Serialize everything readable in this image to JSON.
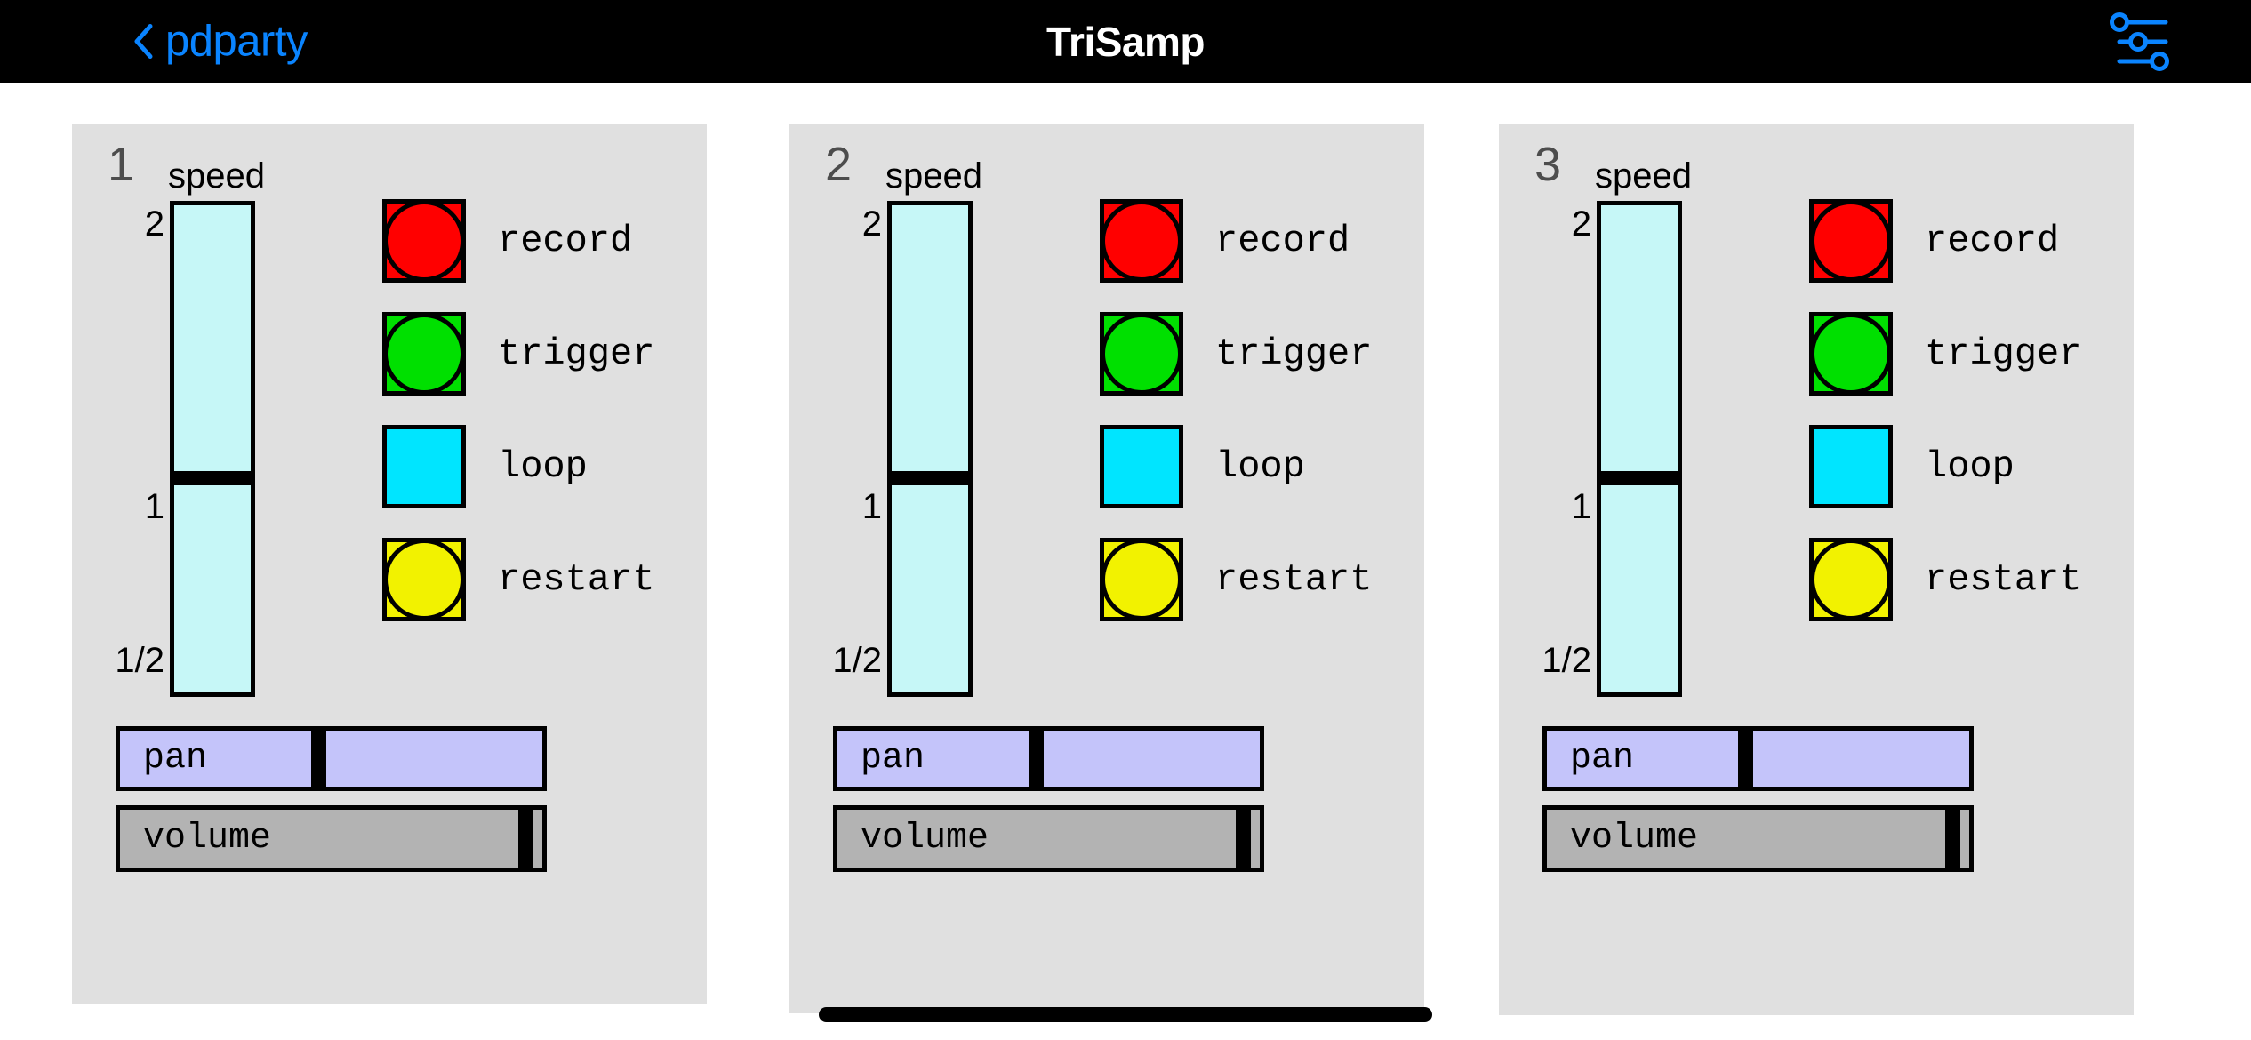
{
  "navbar": {
    "back_label": "pdparty",
    "back_icon": "chevron-left-icon",
    "title": "TriSamp",
    "right_icon": "sliders-icon",
    "accent_color": "#0a84ff",
    "background": "#000000"
  },
  "colors": {
    "panel_background": "#e0e0e0",
    "speed_slider_fill": "#c6f7f7",
    "pan_slider_fill": "#c4c4fa",
    "volume_slider_fill": "#b3b3b3",
    "record_color": "#ff0000",
    "trigger_color": "#00e000",
    "loop_color": "#00e5ff",
    "restart_color": "#f2f200",
    "outline": "#000000",
    "index_color": "#4d4d4d"
  },
  "panels": [
    {
      "index": "1",
      "speed": {
        "label": "speed",
        "scale_top": "2",
        "scale_mid": "1",
        "scale_bottom": "1/2",
        "thumb_percent": 56
      },
      "buttons": [
        {
          "label": "record",
          "shape": "circle",
          "color": "#ff0000"
        },
        {
          "label": "trigger",
          "shape": "circle",
          "color": "#00e000"
        },
        {
          "label": "loop",
          "shape": "square",
          "color": "#00e5ff"
        },
        {
          "label": "restart",
          "shape": "circle",
          "color": "#f2f200"
        }
      ],
      "pan": {
        "label": "pan",
        "thumb_percent": 47
      },
      "volume": {
        "label": "volume",
        "thumb_percent": 96
      }
    },
    {
      "index": "2",
      "speed": {
        "label": "speed",
        "scale_top": "2",
        "scale_mid": "1",
        "scale_bottom": "1/2",
        "thumb_percent": 56
      },
      "buttons": [
        {
          "label": "record",
          "shape": "circle",
          "color": "#ff0000"
        },
        {
          "label": "trigger",
          "shape": "circle",
          "color": "#00e000"
        },
        {
          "label": "loop",
          "shape": "square",
          "color": "#00e5ff"
        },
        {
          "label": "restart",
          "shape": "circle",
          "color": "#f2f200"
        }
      ],
      "pan": {
        "label": "pan",
        "thumb_percent": 47
      },
      "volume": {
        "label": "volume",
        "thumb_percent": 96
      }
    },
    {
      "index": "3",
      "speed": {
        "label": "speed",
        "scale_top": "2",
        "scale_mid": "1",
        "scale_bottom": "1/2",
        "thumb_percent": 56
      },
      "buttons": [
        {
          "label": "record",
          "shape": "circle",
          "color": "#ff0000"
        },
        {
          "label": "trigger",
          "shape": "circle",
          "color": "#00e000"
        },
        {
          "label": "loop",
          "shape": "square",
          "color": "#00e5ff"
        },
        {
          "label": "restart",
          "shape": "circle",
          "color": "#f2f200"
        }
      ],
      "pan": {
        "label": "pan",
        "thumb_percent": 47
      },
      "volume": {
        "label": "volume",
        "thumb_percent": 96
      }
    }
  ],
  "home_indicator": "home-indicator"
}
